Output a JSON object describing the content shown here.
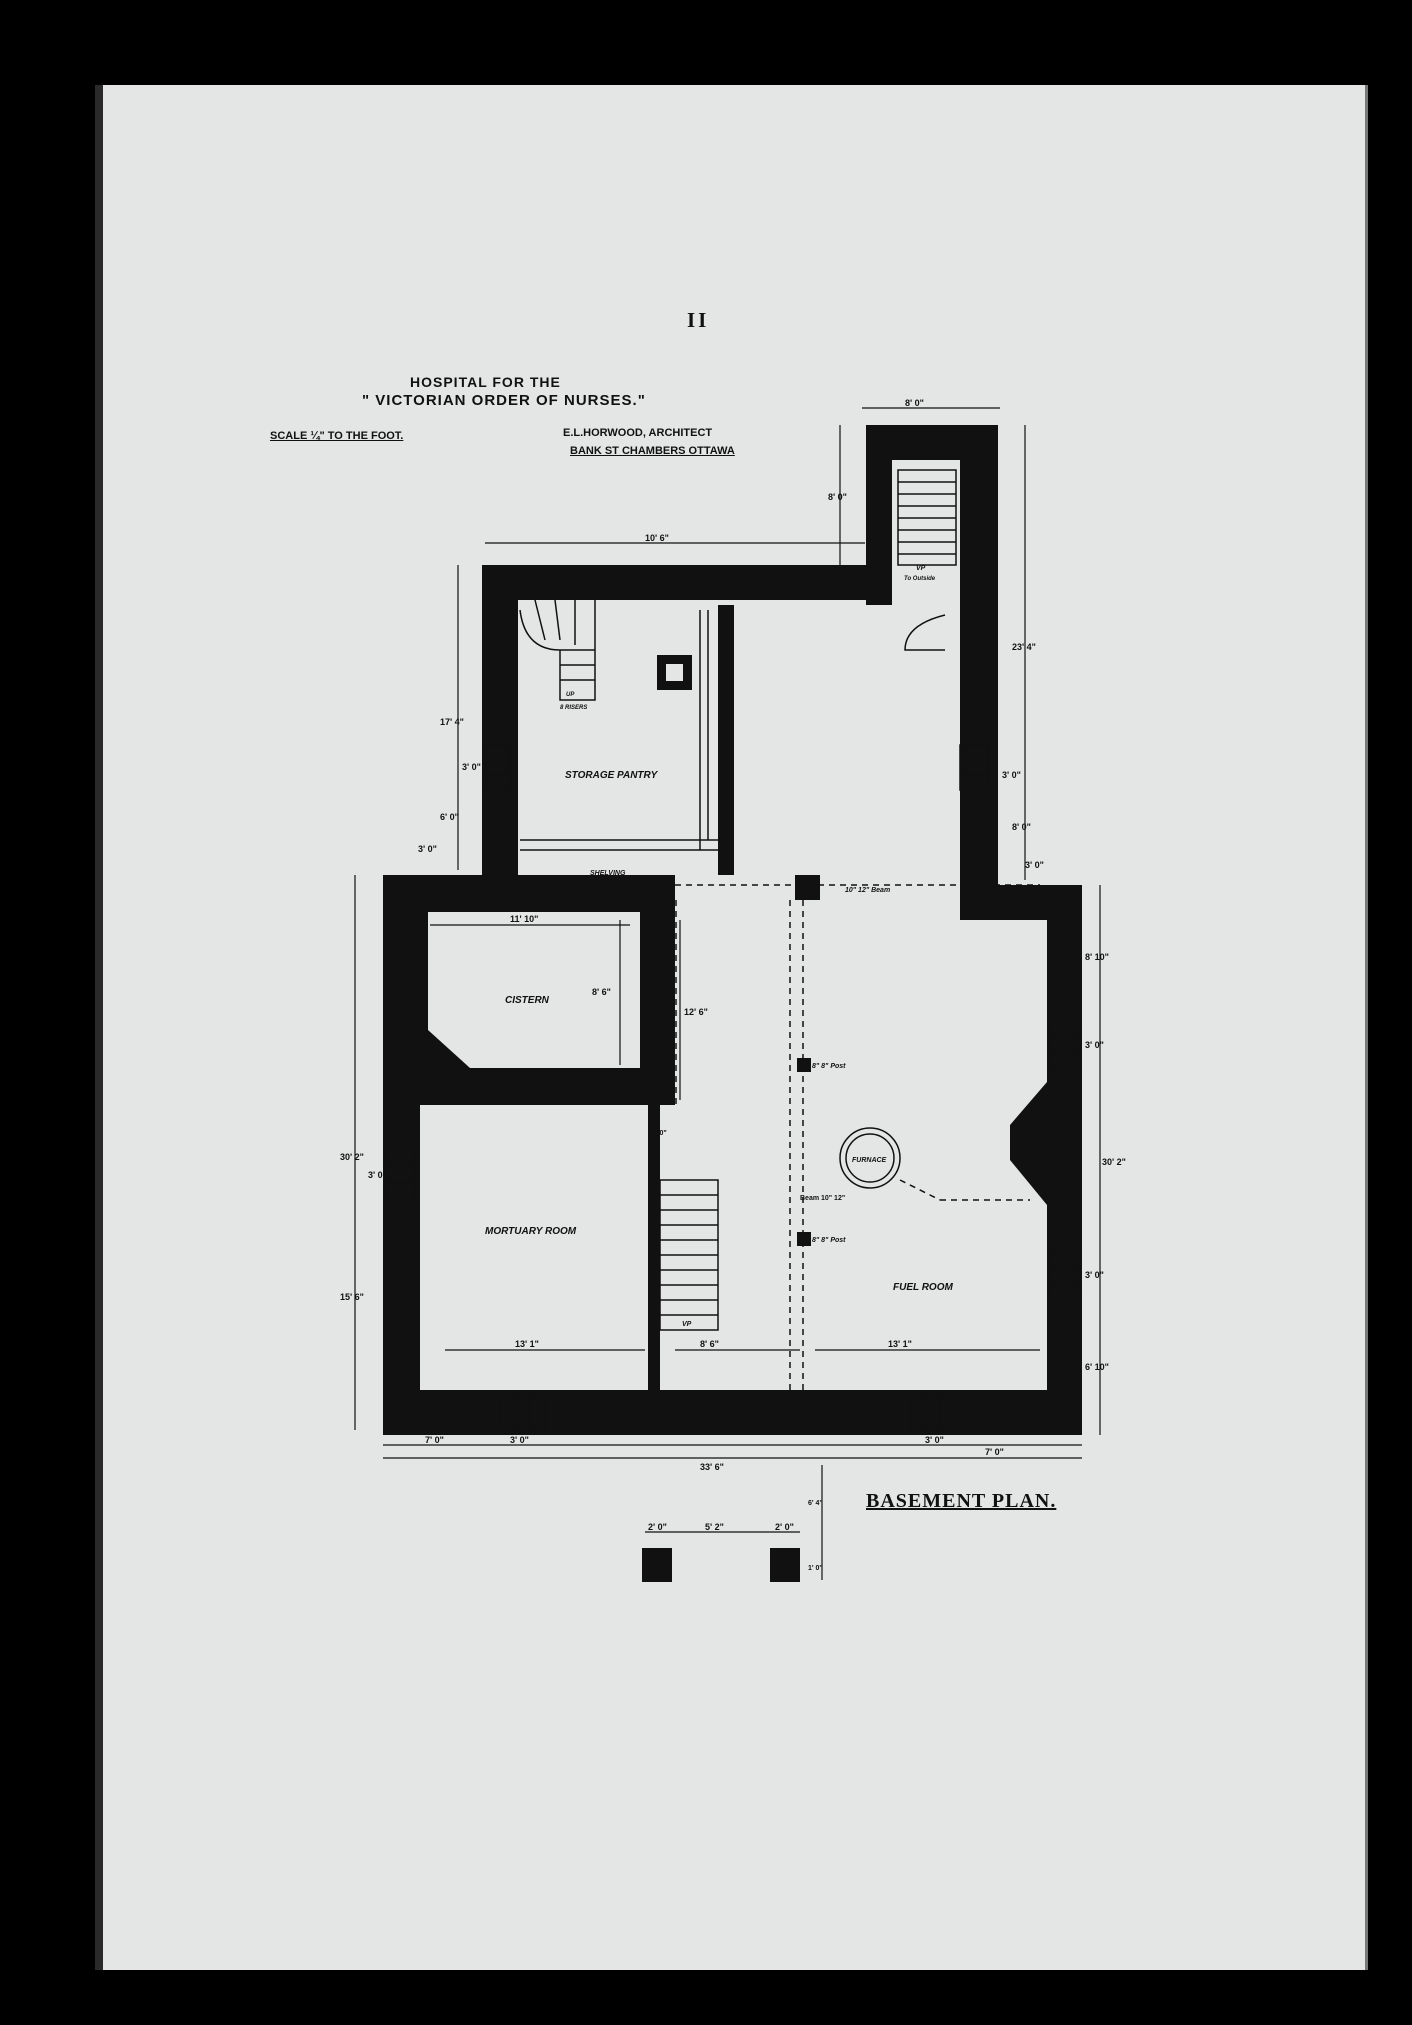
{
  "page_number": "II",
  "header": {
    "line1": "HOSPITAL FOR THE",
    "line2": "\" VICTORIAN ORDER OF NURSES.\"",
    "scale": "SCALE ¼\" TO THE FOOT.",
    "architect": "E.L.HORWOOD, ARCHITECT",
    "address": "BANK ST CHAMBERS OTTAWA"
  },
  "plan_title": "BASEMENT PLAN.",
  "rooms": {
    "pantry": "STORAGE PANTRY",
    "shelving": "SHELVING",
    "cistern": "CISTERN",
    "mortuary": "MORTUARY ROOM",
    "fuel": "FUEL ROOM",
    "furnace": "FURNACE"
  },
  "dimensions": {
    "top_width": "10' 6\"",
    "tower_width": "8' 0\"",
    "tower_height": "8' 0\"",
    "left_upper": "17' 4\"",
    "left_mid": "3' 0\"",
    "left_lower": "6' 0\"",
    "left_offset": "3' 0\"",
    "right_upper": "23' 4\"",
    "right_mid": "3' 0\"",
    "right_lower": "8' 0\"",
    "right_offset": "3' 0\"",
    "cistern_width": "11' 10\"",
    "cistern_depth": "8' 6\"",
    "corridor": "12' 6\"",
    "mortuary_width": "13' 1\"",
    "center_width": "8' 6\"",
    "fuel_width": "13' 1\"",
    "left_window_span": "30' 2\"",
    "left_window": "3' 0\"",
    "left_bottom": "15' 6\"",
    "right_top": "8' 10\"",
    "right_window": "3' 0\"",
    "right_span": "30' 2\"",
    "right_window2": "3' 0\"",
    "right_bottom": "6' 10\"",
    "bottom_left": "7' 0\"",
    "bottom_window_left": "3' 0\"",
    "bottom_window_right": "3' 0\"",
    "bottom_right": "7' 0\"",
    "overall": "33' 6\"",
    "beam": "10\" 12\" Beam",
    "beam_label": "Beam 10\" 12\"",
    "post1": "8\" 8\" Post",
    "post2": "8\" 8\" Post",
    "wall_note": "2' 0\"",
    "pier_gap": "5' 2\"",
    "pier_left": "2' 0\"",
    "pier_right": "2' 0\"",
    "pier_height": "1' 0\"",
    "pier_down": "6' 4\"",
    "vp": "VP",
    "vp2": "VP",
    "stair_up": "UP",
    "to_outside": "To Outside",
    "gw_dn": "8 RISERS"
  }
}
